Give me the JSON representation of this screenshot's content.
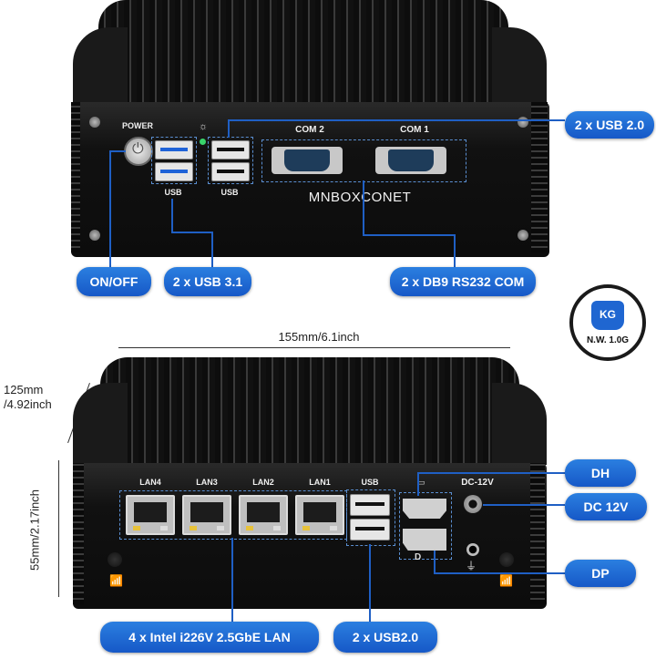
{
  "top_device": {
    "power_label": "POWER",
    "usb_left_label": "USB",
    "usb_right_label": "USB",
    "com2_label": "COM 2",
    "com1_label": "COM 1",
    "brand": "MNBOXCONET"
  },
  "bottom_device": {
    "lan4": "LAN4",
    "lan3": "LAN3",
    "lan2": "LAN2",
    "lan1": "LAN1",
    "usb_label": "USB",
    "dc_label": "DC-12V"
  },
  "callouts": {
    "usb20_top": "2 x USB 2.0",
    "onoff": "ON/OFF",
    "usb31": "2 x USB 3.1",
    "db9": "2 x DB9 RS232 COM",
    "dh": "DH",
    "dc12": "DC 12V",
    "dp": "DP",
    "lan": "4 x Intel i226V 2.5GbE LAN",
    "usb20_bottom": "2 x USB2.0"
  },
  "weight_badge": {
    "unit": "KG",
    "text": "N.W. 1.0G"
  },
  "dimensions": {
    "width": "155mm/6.1inch",
    "depth_line1": "125mm",
    "depth_line2": "/4.92inch",
    "height": "55mm/2.17inch"
  },
  "colors": {
    "callout_blue": "#1f66d1",
    "device_black": "#111111"
  }
}
